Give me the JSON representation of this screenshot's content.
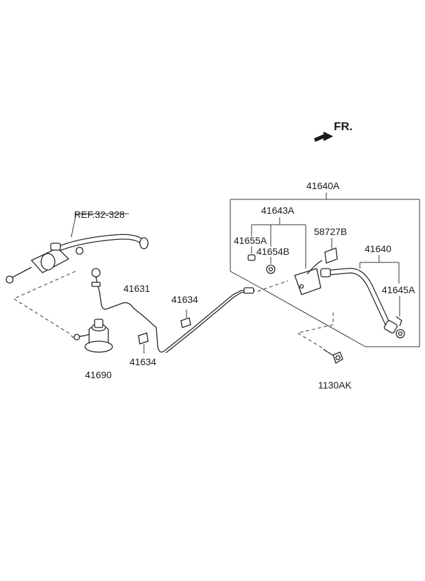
{
  "direction_label": "FR.",
  "reference_label": "REF.32-328",
  "parts": {
    "p41640A": "41640A",
    "p41643A": "41643A",
    "p41655A": "41655A",
    "p41654B": "41654B",
    "p58727B": "58727B",
    "p41640": "41640",
    "p41645A": "41645A",
    "p41631": "41631",
    "p41634_top": "41634",
    "p41634_bottom": "41634",
    "p41690": "41690",
    "p1130AK": "1130AK"
  }
}
